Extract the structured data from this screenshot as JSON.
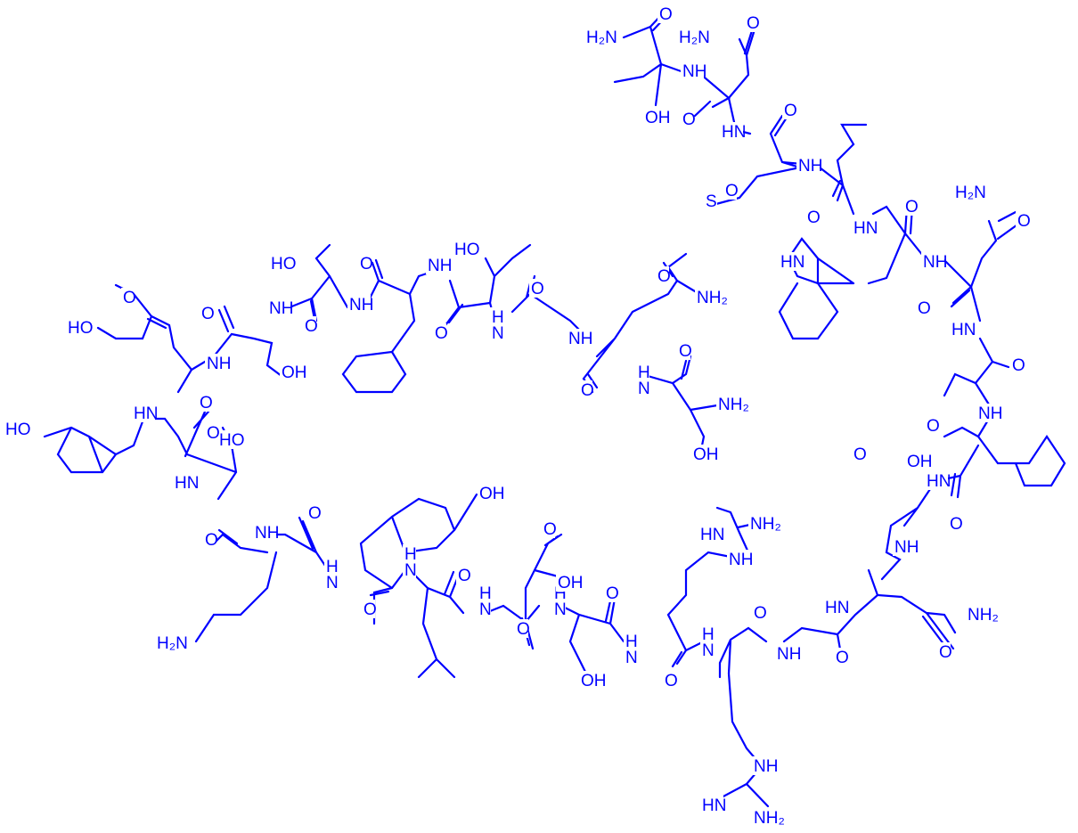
{
  "colors": {
    "bond": "#0000ff",
    "label": "#0000ff",
    "background": "#ffffff"
  },
  "labels": [
    {
      "id": "nh2_c_term",
      "text": "H₂N"
    },
    {
      "id": "o_c_term",
      "text": "O"
    },
    {
      "id": "nh_thr_c",
      "text": "NH"
    },
    {
      "id": "oh_thr_c",
      "text": "OH"
    },
    {
      "id": "o_thr_co",
      "text": "O"
    },
    {
      "id": "nh2_asn",
      "text": "H₂N"
    },
    {
      "id": "o_asn_side",
      "text": "O"
    },
    {
      "id": "hn_asn",
      "text": "HN"
    },
    {
      "id": "o_asn_co",
      "text": "O"
    },
    {
      "id": "s_met",
      "text": "S"
    },
    {
      "id": "nh_met",
      "text": "NH"
    },
    {
      "id": "o_met_co",
      "text": "O"
    },
    {
      "id": "hn_leu",
      "text": "HN"
    },
    {
      "id": "o_leu_co",
      "text": "O"
    },
    {
      "id": "nh2_gln1",
      "text": "H₂N"
    },
    {
      "id": "o_gln1_side",
      "text": "O"
    },
    {
      "id": "hn_trp_ring",
      "text": "HN"
    },
    {
      "id": "nh_trp",
      "text": "NH"
    },
    {
      "id": "o_trp_co",
      "text": "O"
    },
    {
      "id": "hn_gln1",
      "text": "HN"
    },
    {
      "id": "o_gln1_co",
      "text": "O"
    },
    {
      "id": "nh_val",
      "text": "NH"
    },
    {
      "id": "o_val_co",
      "text": "O"
    },
    {
      "id": "o_asp1_side",
      "text": "O"
    },
    {
      "id": "oh_asp1",
      "text": "OH"
    },
    {
      "id": "hn_phe2",
      "text": "HN"
    },
    {
      "id": "o_phe2_co",
      "text": "O"
    },
    {
      "id": "o_asp1_co",
      "text": "O"
    },
    {
      "id": "nh_asp1",
      "text": "NH"
    },
    {
      "id": "hn_gln2",
      "text": "HN"
    },
    {
      "id": "nh2_gln2",
      "text": "NH₂"
    },
    {
      "id": "o_gln2_side",
      "text": "O"
    },
    {
      "id": "nh_ala",
      "text": "NH"
    },
    {
      "id": "o_ala_co",
      "text": "O"
    },
    {
      "id": "o_arg2_co",
      "text": "O"
    },
    {
      "id": "hn_arg2",
      "text": "N"
    },
    {
      "id": "h_arg2",
      "text": "H"
    },
    {
      "id": "nh_arg2_side",
      "text": "NH"
    },
    {
      "id": "hn_arg2_imine",
      "text": "HN"
    },
    {
      "id": "nh2_arg2",
      "text": "NH₂"
    },
    {
      "id": "hn_arg1_imine",
      "text": "HN"
    },
    {
      "id": "nh2_arg1",
      "text": "NH₂"
    },
    {
      "id": "nh_arg1_side",
      "text": "NH"
    },
    {
      "id": "n_arg1",
      "text": "N"
    },
    {
      "id": "h_arg1",
      "text": "H"
    },
    {
      "id": "o_arg1_co",
      "text": "O"
    },
    {
      "id": "o_ser2_co",
      "text": "O"
    },
    {
      "id": "hn_ser2",
      "text": "N"
    },
    {
      "id": "h_ser2",
      "text": "H"
    },
    {
      "id": "oh_ser2",
      "text": "OH"
    },
    {
      "id": "o_asp2_side",
      "text": "O"
    },
    {
      "id": "oh_asp2",
      "text": "OH"
    },
    {
      "id": "o_asp2_co",
      "text": "O"
    },
    {
      "id": "nh_asp2",
      "text": "N"
    },
    {
      "id": "h_asp2",
      "text": "H"
    },
    {
      "id": "o_leu2_co",
      "text": "O"
    },
    {
      "id": "hn_leu2",
      "text": "N"
    },
    {
      "id": "h_leu2",
      "text": "H"
    },
    {
      "id": "oh_tyr2",
      "text": "OH"
    },
    {
      "id": "o_tyr2_co",
      "text": "O"
    },
    {
      "id": "n_tyr2",
      "text": "N"
    },
    {
      "id": "h_tyr2",
      "text": "H"
    },
    {
      "id": "o_lys_co",
      "text": "O"
    },
    {
      "id": "nh_lys",
      "text": "NH"
    },
    {
      "id": "nh2_lys",
      "text": "H₂N"
    },
    {
      "id": "o_ser3_co",
      "text": "O"
    },
    {
      "id": "oh_ser3",
      "text": "HO"
    },
    {
      "id": "hn_ser3",
      "text": "HN"
    },
    {
      "id": "o_tyr1_co",
      "text": "O"
    },
    {
      "id": "oh_tyr1",
      "text": "HO"
    },
    {
      "id": "hn_tyr1",
      "text": "HN"
    },
    {
      "id": "o_glu_co",
      "text": "O"
    },
    {
      "id": "o_glu_side",
      "text": "O"
    },
    {
      "id": "oh_glu",
      "text": "HO"
    },
    {
      "id": "nh_glu",
      "text": "NH"
    },
    {
      "id": "o_ser4_co",
      "text": "O"
    },
    {
      "id": "oh_ser4",
      "text": "OH"
    },
    {
      "id": "nh_ser4",
      "text": "NH"
    },
    {
      "id": "ho_thr2",
      "text": "HO"
    },
    {
      "id": "o_thr2_co",
      "text": "O"
    },
    {
      "id": "nh_thr2",
      "text": "NH"
    },
    {
      "id": "o_phe1_co",
      "text": "O"
    },
    {
      "id": "nh_phe1",
      "text": "NH"
    },
    {
      "id": "ho_thr3",
      "text": "HO"
    },
    {
      "id": "o_thr3_co",
      "text": "O"
    },
    {
      "id": "n_thr3",
      "text": "N"
    },
    {
      "id": "h_thr3",
      "text": "H"
    },
    {
      "id": "o_gly_co",
      "text": "O"
    },
    {
      "id": "nh_gly",
      "text": "NH"
    },
    {
      "id": "o_gln3_side",
      "text": "O"
    },
    {
      "id": "nh2_gln3",
      "text": "NH₂"
    },
    {
      "id": "o_gln3_co",
      "text": "O"
    },
    {
      "id": "n_gln3",
      "text": "N"
    },
    {
      "id": "h_gln3",
      "text": "H"
    },
    {
      "id": "o_ser5_co",
      "text": "O"
    },
    {
      "id": "nh2_ser5",
      "text": "NH₂"
    },
    {
      "id": "oh_ser5",
      "text": "OH"
    }
  ]
}
